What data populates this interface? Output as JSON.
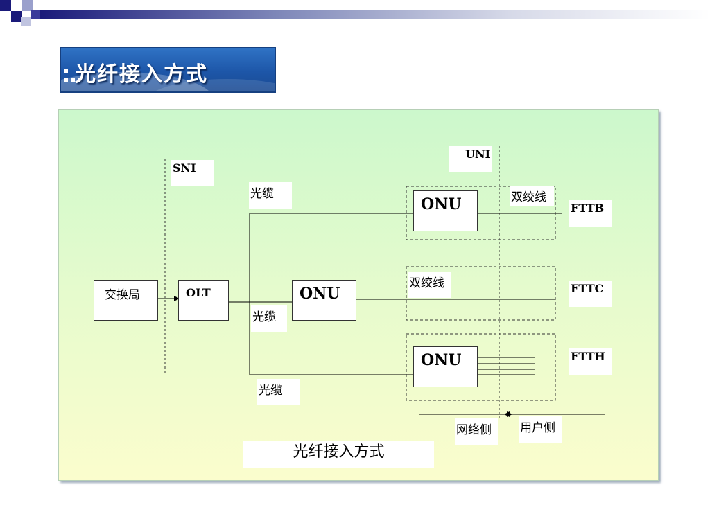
{
  "slide": {
    "title": "光纤接入方式",
    "caption": "光纤接入方式"
  },
  "diagram": {
    "interfaces": {
      "sni": "SNI",
      "uni": "UNI"
    },
    "nodes": {
      "exchange": "交换局",
      "olt": "OLT",
      "onu_middle": "ONU",
      "onu_top": "ONU",
      "onu_bottom": "ONU"
    },
    "cable_labels": {
      "top": "光缆",
      "middle": "光缆",
      "bottom": "光缆"
    },
    "twisted_pair_labels": {
      "top": "双绞线",
      "middle": "双绞线"
    },
    "modes": {
      "fttb": "FTTB",
      "fttc": "FTTC",
      "ftth": "FTTH"
    },
    "sides": {
      "network": "网络侧",
      "user": "用户侧"
    }
  },
  "colors": {
    "banner": "#1d56a8",
    "panel_top": "#ccf8cc",
    "panel_bottom": "#fbfdcd",
    "top_bar_start": "#1a1a7a"
  }
}
